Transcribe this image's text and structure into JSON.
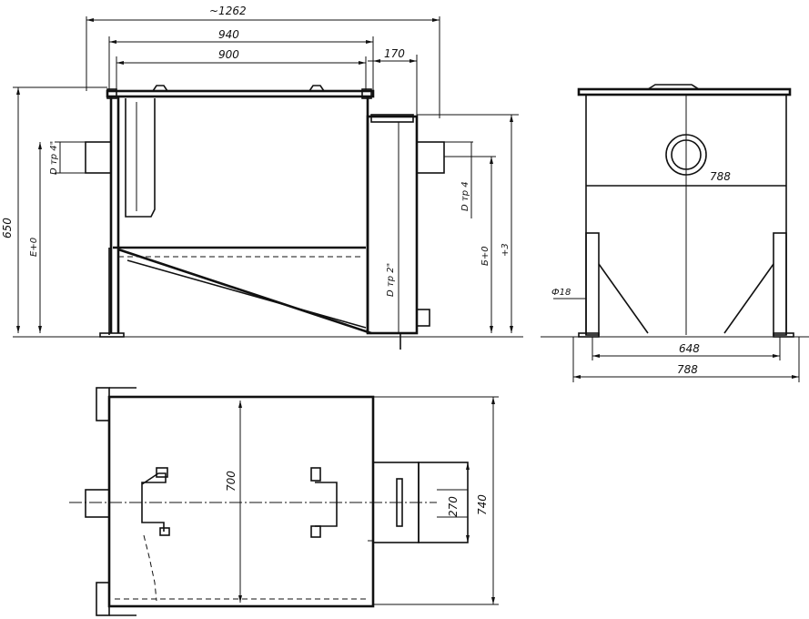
{
  "front_view": {
    "overall_width": "~1262",
    "tank_width": "940",
    "inner_width": "900",
    "sump_width": "170",
    "overall_height": "650",
    "label_inlet_left": "D тр 4\"",
    "label_height_left": "Е+0",
    "label_pipe_right": "D тр 4",
    "label_outlet": "D тр 2\"",
    "label_height_right1": "Б+0",
    "label_height_right2": "+3"
  },
  "side_view": {
    "top_width": "788",
    "hole_diameter": "Ф18",
    "base_inner": "648",
    "base_outer": "788"
  },
  "plan_view": {
    "width_700": "700",
    "sump_length": "270",
    "overall_depth": "740"
  }
}
